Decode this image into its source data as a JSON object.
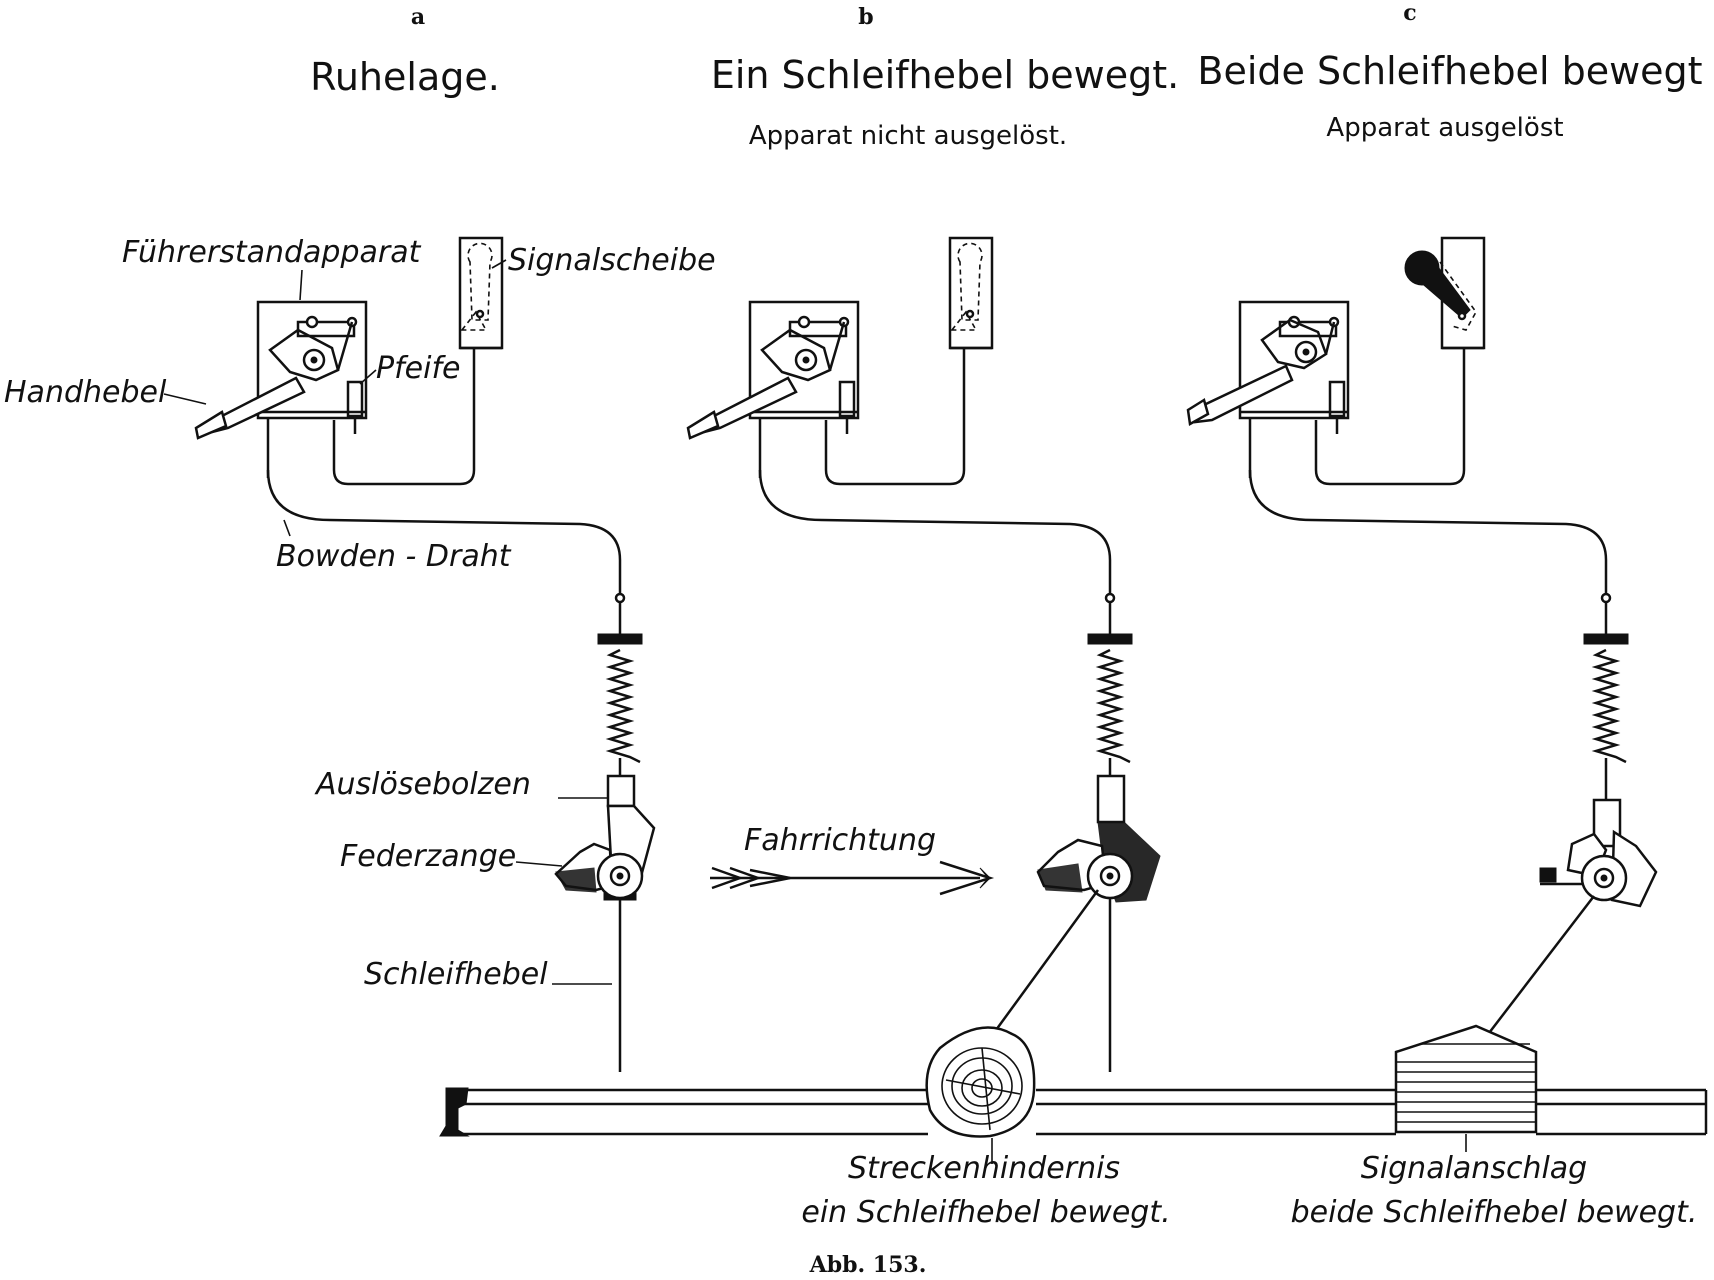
{
  "panels": [
    {
      "letter": "a",
      "title": "Ruhelage.",
      "subtitle": ""
    },
    {
      "letter": "b",
      "title": "Ein Schleifhebel bewegt.",
      "subtitle": "Apparat nicht ausgelöst."
    },
    {
      "letter": "c",
      "title": "Beide Schleifhebel bewegt",
      "subtitle": "Apparat ausgelöst"
    }
  ],
  "labels": {
    "fuehrerstandapparat": "Führerstandapparat",
    "signalscheibe": "Signalscheibe",
    "pfeife": "Pfeife",
    "handhebel": "Handhebel",
    "bowden_draht": "Bowden - Draht",
    "ausloesebolzen": "Auslösebolzen",
    "federzange": "Federzange",
    "schleifhebel": "Schleifhebel",
    "fahrrichtung": "Fahrrichtung",
    "obstacle_line1": "Streckenhindernis",
    "obstacle_line2": "ein Schleifhebel bewegt.",
    "signal_line1": "Signalanschlag",
    "signal_line2": "beide Schleifhebel bewegt."
  },
  "caption": "Abb. 153."
}
